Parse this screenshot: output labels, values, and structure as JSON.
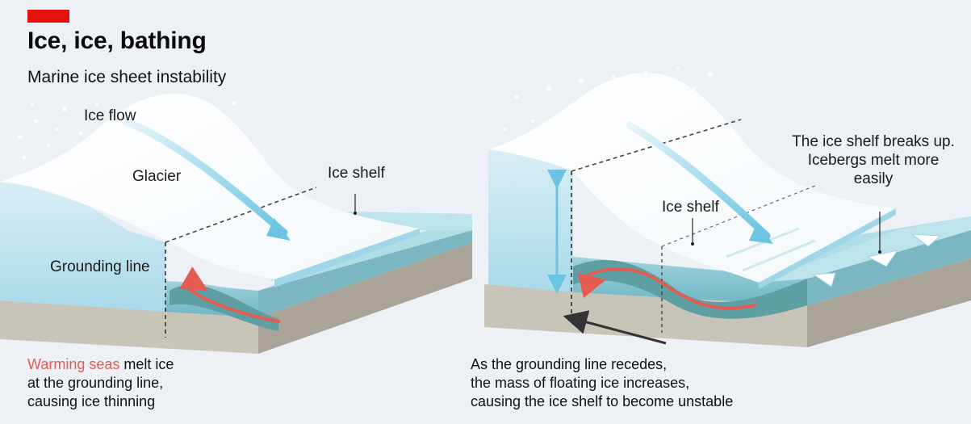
{
  "header": {
    "title": "Ice, ice, bathing",
    "subtitle": "Marine ice sheet instability"
  },
  "left_panel": {
    "ice_flow_label": "Ice flow",
    "glacier_label": "Glacier",
    "ice_shelf_label": "Ice shelf",
    "grounding_line_label": "Grounding line",
    "caption_highlight": "Warming seas",
    "caption_rest": " melt ice",
    "caption_line2": "at the grounding line,",
    "caption_line3": "causing ice thinning"
  },
  "right_panel": {
    "ice_shelf_label": "Ice shelf",
    "breakup_line1": "The ice shelf breaks up.",
    "breakup_line2": "Icebergs melt more",
    "breakup_line3": "easily",
    "caption_line1": "As the grounding line recedes,",
    "caption_line2": "the mass of floating ice increases,",
    "caption_line3": "causing the ice shelf to become unstable"
  },
  "colors": {
    "accent_red": "#e3120b",
    "warm_current": "#e45b52",
    "ice": "#ffffff",
    "ice_side": "#bfe4f1",
    "sea": "#7ec1cf",
    "deep_water": "#4f9a9f",
    "seabed": "#b5b0a3",
    "background": "#edf0f4"
  }
}
